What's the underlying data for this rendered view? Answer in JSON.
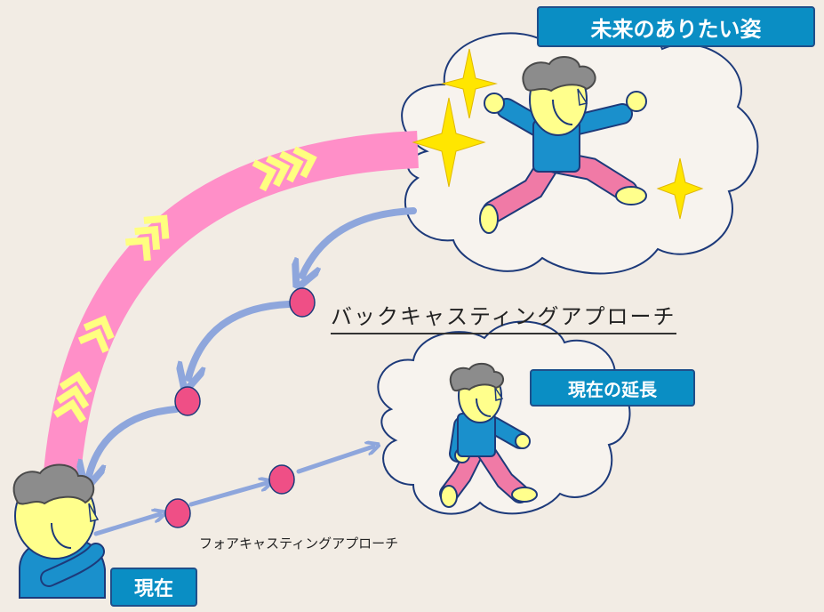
{
  "labels": {
    "future": "未来のありたい姿",
    "extension": "現在の延長",
    "present": "現在",
    "backcasting": "バックキャスティングアプローチ",
    "forecasting": "フォアキャスティングアプローチ"
  },
  "colors": {
    "background": "#f2ece4",
    "label_box": "#0a8ec4",
    "pink_arc": "#ff8fc8",
    "chevron": "#ffff80",
    "blue_arrow": "#8ea6dc",
    "dot": "#ef4f86",
    "sparkle": "#ffe600",
    "skin": "#ffff8c",
    "shirt": "#1a90cc",
    "pants": "#f07aa6",
    "hair": "#8c8c8c"
  }
}
